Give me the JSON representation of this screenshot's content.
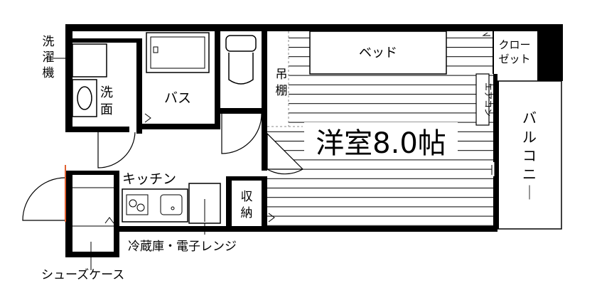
{
  "rooms": {
    "western_room": "洋室8.0帖",
    "bed": "ベッド",
    "closet_line1": "クロー",
    "closet_line2": "ゼット",
    "balcony": "バルコニー",
    "bath": "バス",
    "kitchen": "キッチン",
    "storage_line1": "収",
    "storage_line2": "納",
    "hanging_shelf_line1": "吊",
    "hanging_shelf_line2": "棚",
    "aircon": "エアコン",
    "washbasin_line1": "洗",
    "washbasin_line2": "面",
    "washer_line1": "洗",
    "washer_line2": "濯",
    "washer_line3": "機",
    "fridge_microwave": "冷蔵庫・電子レンジ",
    "shoe_case": "シューズケース"
  }
}
